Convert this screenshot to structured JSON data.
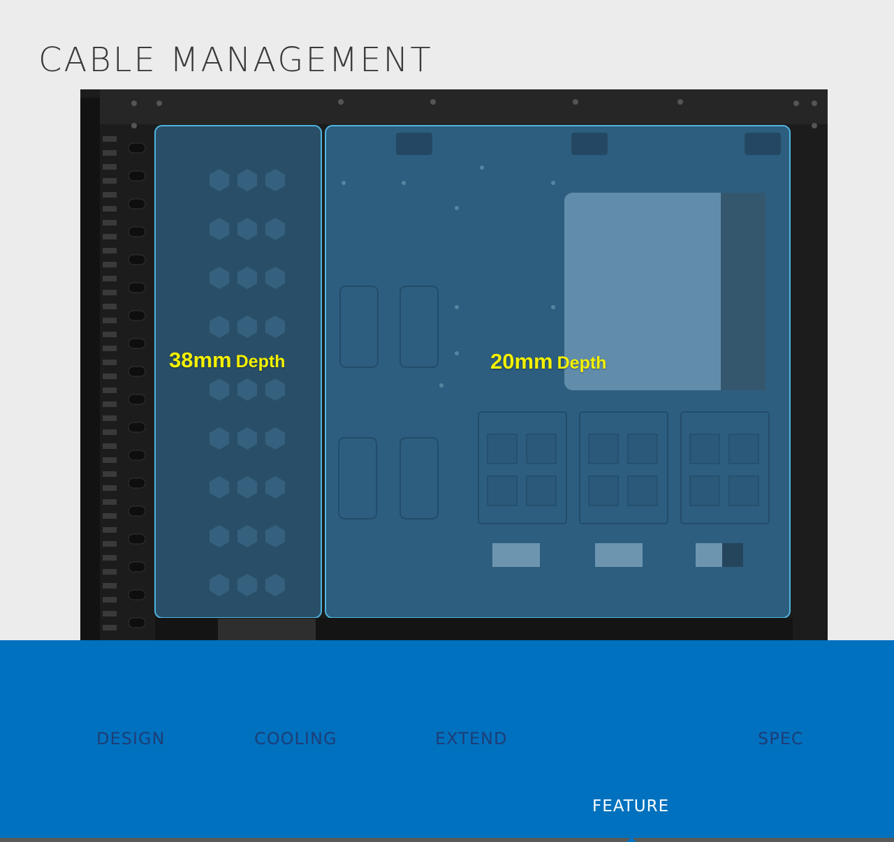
{
  "page": {
    "title": "CABLE MANAGEMENT"
  },
  "image": {
    "description_label": "Case rear panel with cable routing zones",
    "zones": [
      {
        "value": "38mm",
        "unit": "Depth"
      },
      {
        "value": "20mm",
        "unit": "Depth"
      }
    ],
    "label_color": "#f4f000",
    "overlay_color": "#2e6f99"
  },
  "nav": {
    "items": [
      {
        "label": "DESIGN",
        "active": false
      },
      {
        "label": "COOLING",
        "active": false
      },
      {
        "label": "EXTEND",
        "active": false
      },
      {
        "label": "FEATURE",
        "active": true
      },
      {
        "label": "SPEC",
        "active": false
      }
    ],
    "background": "#0071bf",
    "text_color": "#1d3e77",
    "active_color": "#ffffff"
  }
}
